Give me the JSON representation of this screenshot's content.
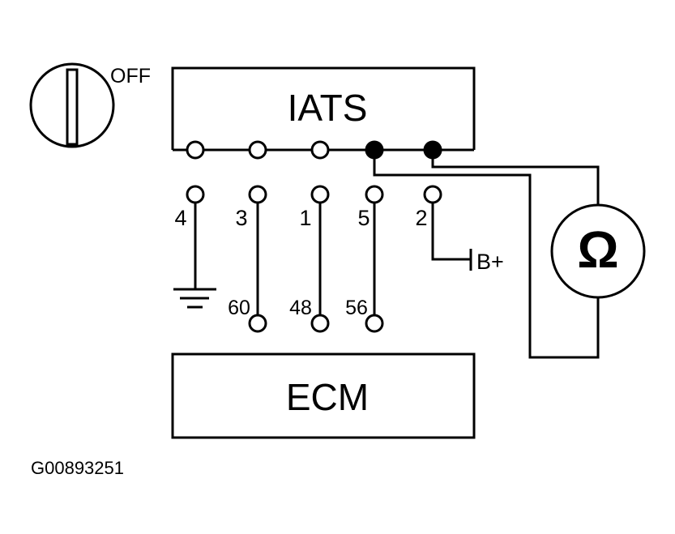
{
  "switch": {
    "state_label": "OFF"
  },
  "iats": {
    "label": "IATS"
  },
  "ecm": {
    "label": "ECM"
  },
  "meter": {
    "symbol": "Ω"
  },
  "terminals": {
    "t4": "4",
    "t3": "3",
    "t1": "1",
    "t5": "5",
    "t2": "2"
  },
  "ecm_pins": {
    "p60": "60",
    "p48": "48",
    "p56": "56"
  },
  "battery": {
    "label": "B+"
  },
  "figure_code": "G00893251"
}
